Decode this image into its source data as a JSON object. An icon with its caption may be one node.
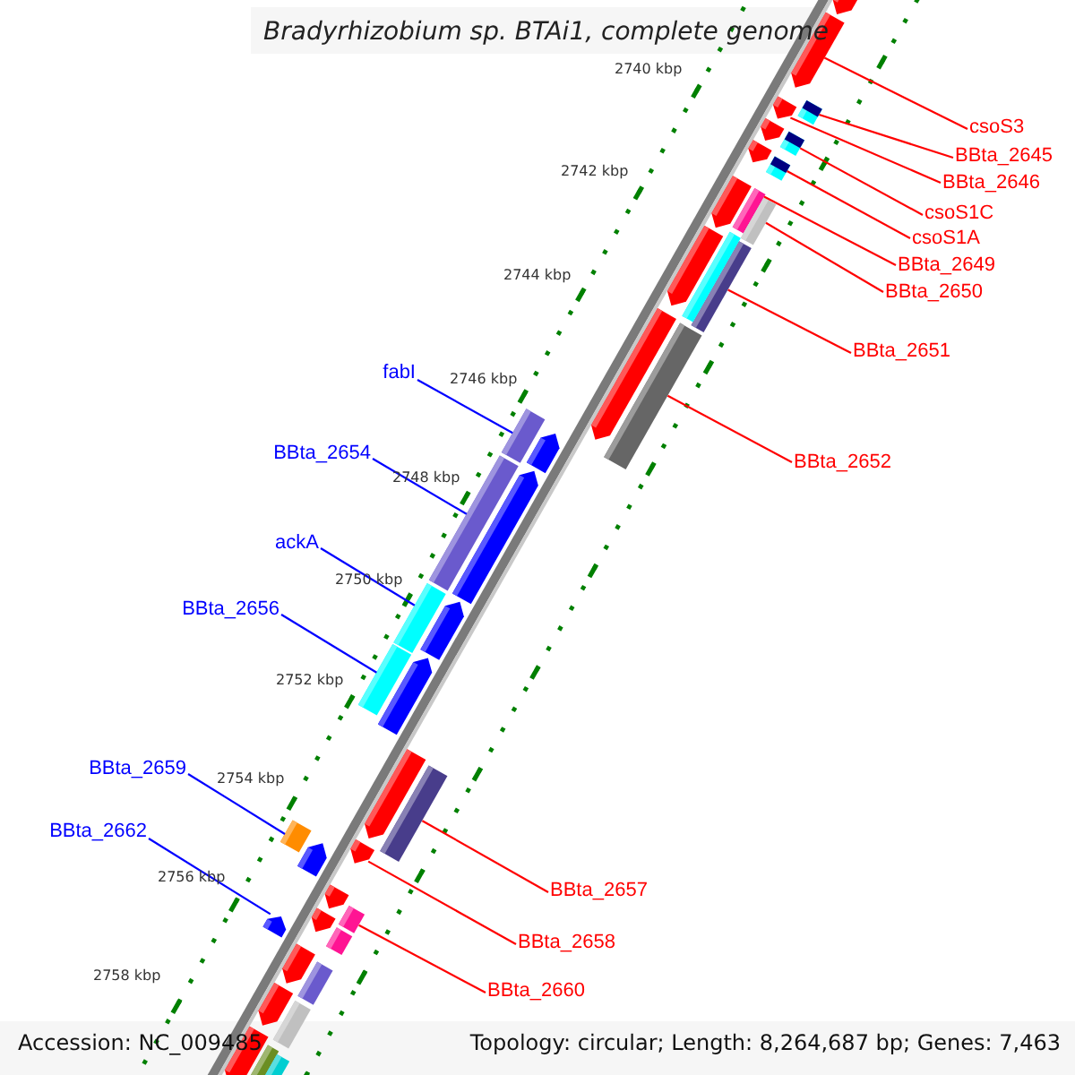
{
  "diagram": {
    "title": "Bradyrhizobium sp. BTAi1, complete genome",
    "nodes": [
      {
        "text": [
          "csoS3"
        ]
      },
      {
        "text": [
          "BBta_2645"
        ]
      },
      {
        "text": [
          "BBta_2646"
        ]
      },
      {
        "text": [
          "csoS1C"
        ]
      },
      {
        "text": [
          "csoS1A"
        ]
      },
      {
        "text": [
          "BBta_2649"
        ]
      },
      {
        "text": [
          "BBta_2650"
        ]
      },
      {
        "text": [
          "BBta_2651"
        ]
      },
      {
        "text": [
          "fabI"
        ]
      },
      {
        "text": [
          "BBta_2654"
        ]
      },
      {
        "text": [
          "BBta_2652"
        ]
      },
      {
        "text": [
          "ackA"
        ]
      },
      {
        "text": [
          "BBta_2656"
        ]
      },
      {
        "text": [
          "BBta_2659"
        ]
      },
      {
        "text": [
          "BBta_2662"
        ]
      },
      {
        "text": [
          "BBta_2657"
        ]
      },
      {
        "text": [
          "BBta_2658"
        ]
      },
      {
        "text": [
          "BBta_2660"
        ]
      },
      {
        "text": [],
        "shape": "arrow"
      },
      {
        "text": [],
        "shape": "bar"
      },
      {
        "text": [],
        "shape": "arrow"
      },
      {
        "text": [],
        "shape": "bar"
      },
      {
        "text": [],
        "shape": "bar"
      },
      {
        "text": [],
        "shape": "bar"
      },
      {
        "text": [],
        "shape": "bar"
      },
      {
        "text": [],
        "shape": "bar"
      },
      {
        "text": [],
        "shape": "bar"
      },
      {
        "text": [],
        "shape": "bar"
      },
      {
        "text": [],
        "shape": "bar"
      },
      {
        "text": [],
        "shape": "bar"
      },
      {
        "text": [],
        "shape": "bar"
      },
      {
        "text": [],
        "shape": "bar"
      },
      {
        "text": [],
        "shape": "arrow"
      },
      {
        "text": [],
        "shape": "bar"
      },
      {
        "text": [],
        "shape": "bar"
      },
      {
        "text": [],
        "shape": "arrow"
      },
      {
        "text": [],
        "shape": "arrow"
      },
      {
        "text": [],
        "shape": "arrow"
      },
      {
        "text": [],
        "shape": "arrow"
      },
      {
        "text": [],
        "shape": "arrow"
      },
      {
        "text": [],
        "shape": "arrow"
      },
      {
        "text": [],
        "shape": "arrow"
      },
      {
        "text": [],
        "shape": "arrow"
      },
      {
        "text": [],
        "shape": "arrow"
      },
      {
        "text": [],
        "shape": "arrow"
      },
      {
        "text": [],
        "shape": "arrow"
      },
      {
        "text": [],
        "shape": "arrow"
      },
      {
        "text": [],
        "shape": "arrow"
      },
      {
        "text": [],
        "shape": "bar"
      },
      {
        "text": [],
        "shape": "bar"
      },
      {
        "text": [],
        "shape": "bar"
      },
      {
        "text": [],
        "shape": "bar"
      },
      {
        "text": [],
        "shape": "bar"
      },
      {
        "text": [],
        "shape": "bar"
      },
      {
        "text": [],
        "shape": "arrow"
      },
      {
        "text": [],
        "shape": "arrow"
      },
      {
        "text": [],
        "shape": "arrow"
      },
      {
        "text": [],
        "shape": "arrow"
      },
      {
        "text": [],
        "shape": "arrow"
      }
    ],
    "edges": [
      {
        "from": 0,
        "to": 18,
        "arrow": "none"
      },
      {
        "from": 1,
        "to": 19,
        "arrow": "none"
      },
      {
        "from": 2,
        "to": 20,
        "arrow": "none"
      },
      {
        "from": 3,
        "to": 21,
        "arrow": "none"
      },
      {
        "from": 4,
        "to": 22,
        "arrow": "none"
      },
      {
        "from": 5,
        "to": 23,
        "arrow": "none"
      },
      {
        "from": 6,
        "to": 24,
        "arrow": "none"
      },
      {
        "from": 7,
        "to": 25,
        "arrow": "none"
      },
      {
        "from": 8,
        "to": 27,
        "arrow": "none",
        "color": "#0000ff"
      },
      {
        "from": 9,
        "to": 28,
        "arrow": "none",
        "color": "#0000ff"
      },
      {
        "from": 10,
        "to": 26,
        "arrow": "none"
      },
      {
        "from": 11,
        "to": 29,
        "arrow": "none",
        "color": "#0000ff"
      },
      {
        "from": 12,
        "to": 30,
        "arrow": "none",
        "color": "#0000ff"
      },
      {
        "from": 13,
        "to": 33,
        "arrow": "none",
        "color": "#0000ff"
      },
      {
        "from": 14,
        "to": 35,
        "arrow": "none",
        "color": "#0000ff"
      },
      {
        "from": 15,
        "to": 31,
        "arrow": "none"
      },
      {
        "from": 16,
        "to": 32,
        "arrow": "none"
      },
      {
        "from": 17,
        "to": 34,
        "arrow": "none"
      }
    ],
    "labels": [
      "2740 kbp",
      "2742 kbp",
      "2744 kbp",
      "2746 kbp",
      "2748 kbp",
      "2750 kbp",
      "2752 kbp",
      "2754 kbp",
      "2756 kbp",
      "2758 kbp",
      "Accession: NC_009485",
      "Topology: circular; Length: 8,264,687 bp; Genes: 7,463"
    ]
  }
}
